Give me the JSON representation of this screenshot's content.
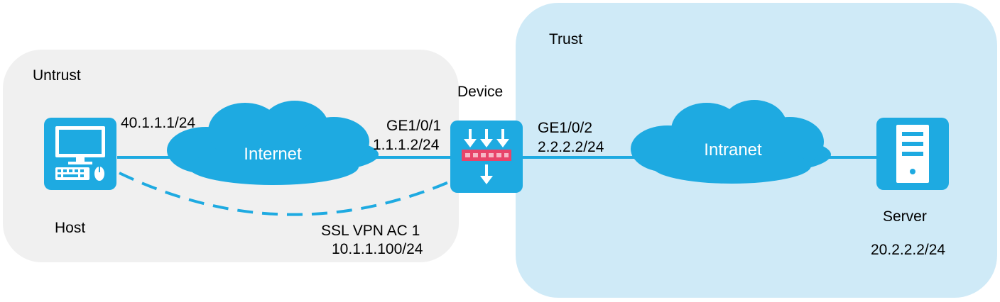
{
  "zones": {
    "untrust": {
      "label": "Untrust",
      "color": "#f0f0f0"
    },
    "trust": {
      "label": "Trust",
      "color": "#cfeaf7"
    }
  },
  "colors": {
    "accent": "#1eaae1",
    "link": "#1eaae1",
    "device_bar": "#e8446a"
  },
  "nodes": {
    "host": {
      "label": "Host",
      "icon": "pc-icon",
      "ip": "40.1.1.1/24"
    },
    "internet": {
      "label": "Internet",
      "icon": "cloud-icon"
    },
    "device": {
      "label": "Device",
      "icon": "firewall-icon",
      "ge1": {
        "name": "GE1/0/1",
        "ip": "1.1.1.2/24"
      },
      "ge2": {
        "name": "GE1/0/2",
        "ip": "2.2.2.2/24"
      }
    },
    "intranet": {
      "label": "Intranet",
      "icon": "cloud-icon"
    },
    "server": {
      "label": "Server",
      "icon": "server-icon",
      "ip": "20.2.2.2/24"
    }
  },
  "vpn": {
    "name": "SSL VPN AC 1",
    "ip": "10.1.1.100/24"
  }
}
